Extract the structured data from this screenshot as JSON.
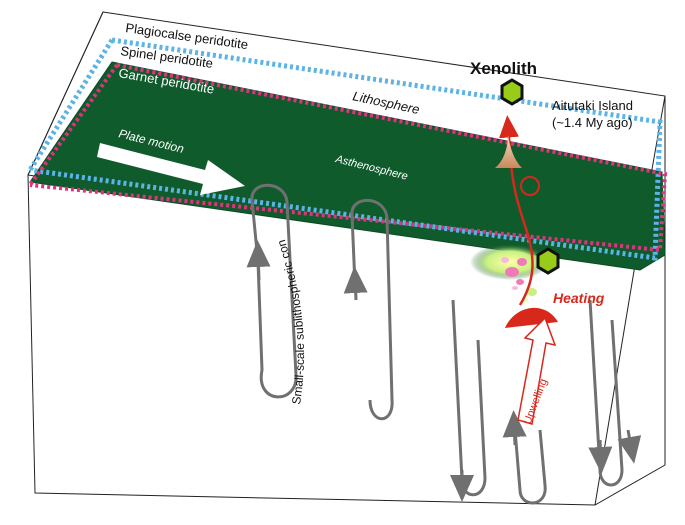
{
  "layers": {
    "plagioclase": "Plagiocalse peridotite",
    "spinel": "Spinel peridotite",
    "garnet": "Garnet peridotite"
  },
  "lithosphere": "Lithosphere",
  "asthenosphere": "Asthenosphere",
  "plate_motion": "Plate motion",
  "xenolith": "Xenolith",
  "island": {
    "line1": "Aitutaki Island",
    "line2": "(~1.4 My ago)"
  },
  "heating": "Heating",
  "upwelling": "Upwelling",
  "convection": {
    "part1": "Small-scale sublithospheric convection"
  },
  "colors": {
    "green_layer": "#0f5b2c",
    "lithosphere_line": "#5bb3e6",
    "garnet_line": "#e0337f",
    "red": "#d8281c",
    "xenolith_fill": "#98cc18",
    "convection": "#707070"
  }
}
